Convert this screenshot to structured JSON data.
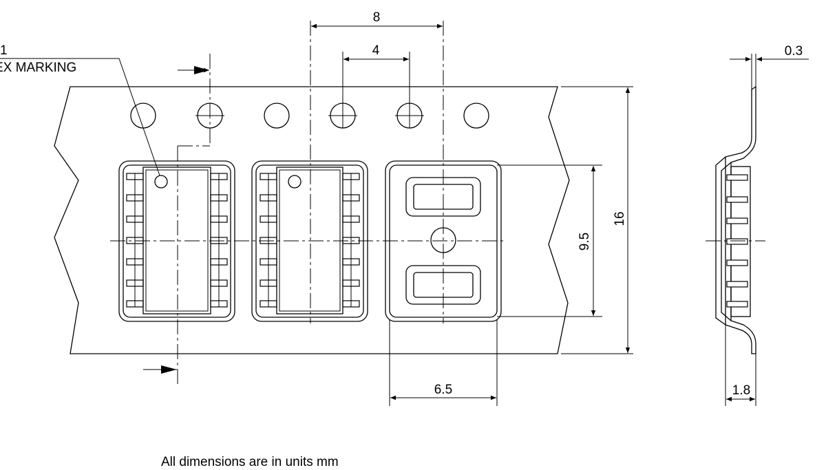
{
  "callout": {
    "line1": "1",
    "line2": "EX MARKING"
  },
  "dimensions": {
    "pitch_pocket": "8",
    "pitch_sprocket": "4",
    "tape_width": "16",
    "pocket_length": "9.5",
    "pocket_width": "6.5",
    "tape_thickness": "0.3",
    "pocket_depth": "1.8"
  },
  "note": "All dimensions are in units mm"
}
